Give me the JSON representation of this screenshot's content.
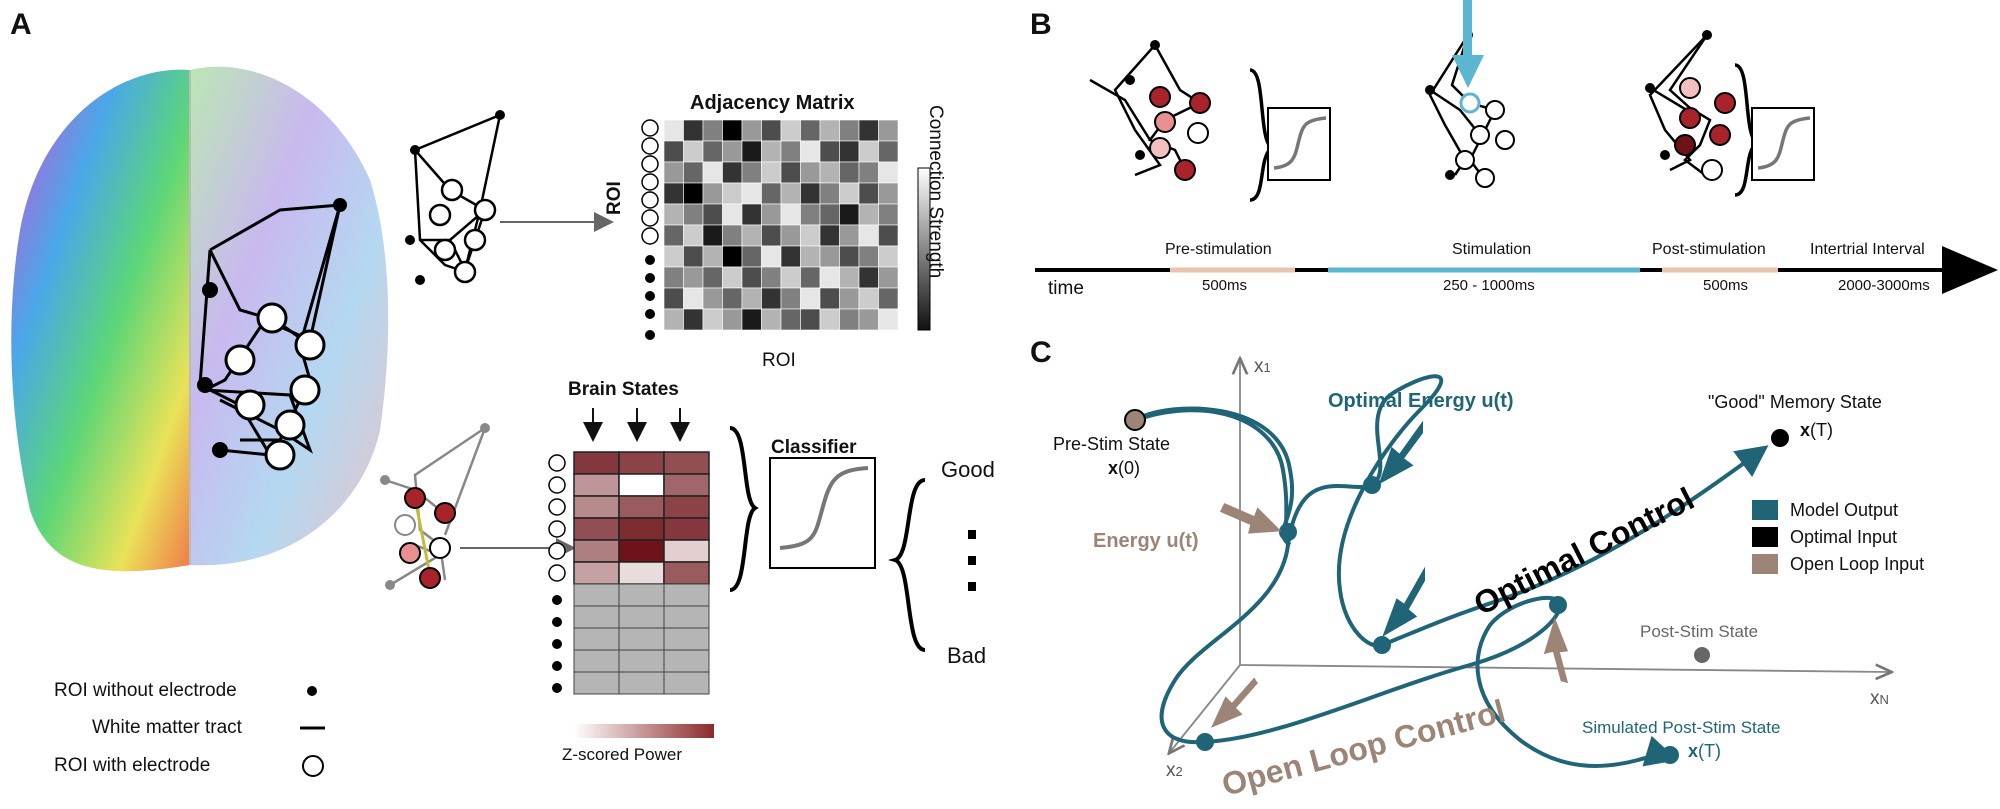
{
  "panel_a": {
    "label": "A",
    "adjacency_title": "Adjacency Matrix",
    "roi_y": "ROI",
    "roi_x": "ROI",
    "connection_strength": "Connection Strength",
    "brain_states": "Brain States",
    "classifier": "Classifier",
    "good": "Good",
    "bad": "Bad",
    "zscored_power": "Z-scored Power",
    "legend": [
      {
        "label": "ROI without electrode",
        "icon": "filled-dot-icon"
      },
      {
        "label": "White matter tract",
        "icon": "line-icon"
      },
      {
        "label": "ROI with electrode",
        "icon": "open-circle-icon"
      }
    ],
    "adjacency_values": [
      [
        0.9,
        0.2,
        0.5,
        0.0,
        0.6,
        0.3,
        0.8,
        0.4,
        0.7,
        0.5,
        0.2,
        0.6
      ],
      [
        0.3,
        0.8,
        0.4,
        0.6,
        0.1,
        0.7,
        0.5,
        0.9,
        0.3,
        0.2,
        0.8,
        0.4
      ],
      [
        0.6,
        0.4,
        0.9,
        0.2,
        0.5,
        0.8,
        0.3,
        0.6,
        0.7,
        0.4,
        0.5,
        0.9
      ],
      [
        0.2,
        0.0,
        0.6,
        0.8,
        0.9,
        0.4,
        0.7,
        0.2,
        0.5,
        0.8,
        0.3,
        0.6
      ],
      [
        0.7,
        0.5,
        0.3,
        0.9,
        0.2,
        0.6,
        0.9,
        0.5,
        0.4,
        0.1,
        0.7,
        0.5
      ],
      [
        0.4,
        0.8,
        0.1,
        0.5,
        0.7,
        0.3,
        0.6,
        0.8,
        0.2,
        0.6,
        0.9,
        0.3
      ],
      [
        0.8,
        0.3,
        0.7,
        0.0,
        0.4,
        0.9,
        0.2,
        0.7,
        0.6,
        0.3,
        0.5,
        0.8
      ],
      [
        0.5,
        0.6,
        0.4,
        0.8,
        0.3,
        0.5,
        0.8,
        0.4,
        0.9,
        0.7,
        0.2,
        0.6
      ],
      [
        0.3,
        0.9,
        0.6,
        0.4,
        0.7,
        0.2,
        0.5,
        0.9,
        0.3,
        0.6,
        0.8,
        0.4
      ],
      [
        0.7,
        0.2,
        0.8,
        0.6,
        0.1,
        0.7,
        0.4,
        0.3,
        0.8,
        0.5,
        0.6,
        0.9
      ]
    ],
    "brain_state_values": [
      [
        0.85,
        0.8,
        0.75
      ],
      [
        0.45,
        0.0,
        0.65
      ],
      [
        0.5,
        0.7,
        0.8
      ],
      [
        0.75,
        0.9,
        0.85
      ],
      [
        0.55,
        1.0,
        0.2
      ],
      [
        0.4,
        0.15,
        0.7
      ]
    ],
    "inactive_rows": 5
  },
  "panel_b": {
    "label": "B",
    "phases": [
      {
        "name": "Pre-stimulation",
        "duration": "500ms",
        "color": "#e8c4ad"
      },
      {
        "name": "Stimulation",
        "duration": "250 - 1000ms",
        "color": "#5ab7cf"
      },
      {
        "name": "Post-stimulation",
        "duration": "500ms",
        "color": "#e8c4ad"
      },
      {
        "name": "Intertrial Interval",
        "duration": "2000-3000ms",
        "color": "#000000"
      }
    ],
    "time_label": "time"
  },
  "panel_c": {
    "label": "C",
    "axis_x1": "x",
    "axis_x1_sub": "1",
    "axis_x2": "x",
    "axis_x2_sub": "2",
    "axis_xn": "x",
    "axis_xn_sub": "N",
    "pre_stim": "Pre-Stim State",
    "pre_stim_var": "x",
    "pre_stim_arg": "(0)",
    "good_state": "\"Good\" Memory State",
    "good_var": "x",
    "good_arg": "(T)",
    "optimal_energy": "Optimal Energy ",
    "optimal_energy_var": "u(t)",
    "energy": "Energy ",
    "energy_var": "u(t)",
    "optimal_control": "Optimal Control",
    "open_loop_control": "Open Loop Control",
    "post_stim": "Post-Stim State",
    "sim_post_stim": "Simulated Post-Stim State",
    "sim_var": "x",
    "sim_arg": "(T)",
    "legend": [
      {
        "label": "Model Output",
        "color": "#1f6577"
      },
      {
        "label": "Optimal Input",
        "color": "#000000"
      },
      {
        "label": "Open Loop Input",
        "color": "#9c8577"
      }
    ],
    "teal": "#1f6577",
    "brown": "#9c8577"
  }
}
